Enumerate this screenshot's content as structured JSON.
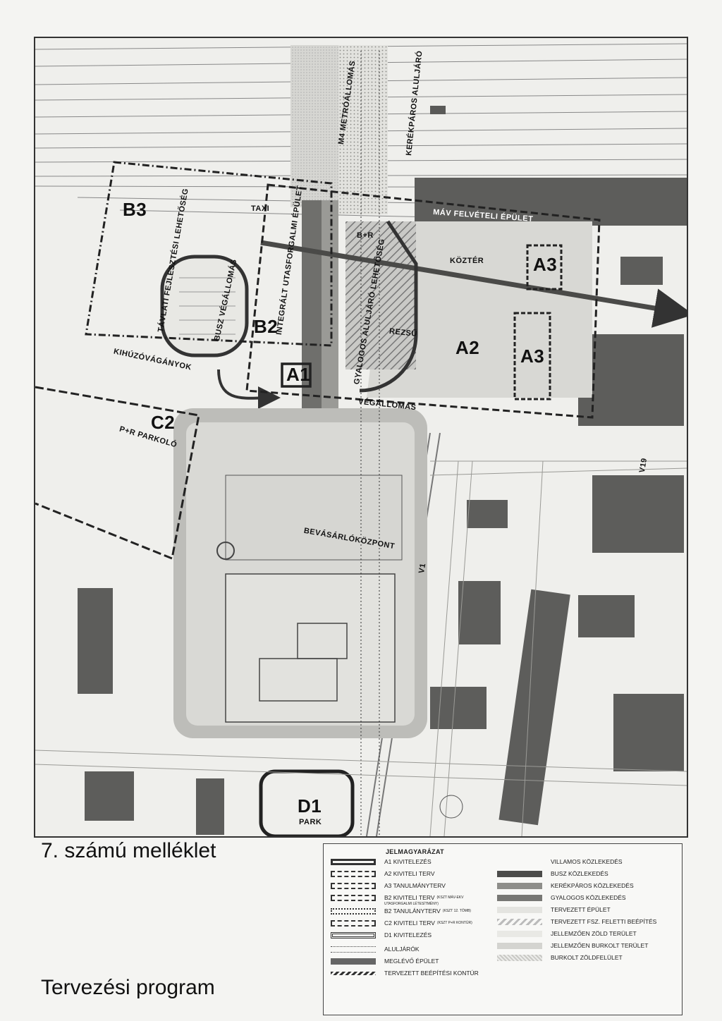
{
  "page": {
    "annex_title": "7. számú melléklet",
    "program_title": "Tervezési program"
  },
  "map": {
    "labels": {
      "metro": "M4 METRÓÁLLOMÁS",
      "bike_underpass": "KERÉKPÁROS ALULJÁRÓ",
      "mav_building": "MÁV FELVÉTELI ÉPÜLET",
      "taxi": "TAXI",
      "br": "B+R",
      "kozter": "KÖZTÉR",
      "bus_terminus": "BUSZ VÉGÁLLOMÁS",
      "future_dev": "TÁVLATI FEJLESZTÉSI LEHETŐSÉG",
      "integrated_building": "INTEGRÁLT UTASFORGALMI ÉPÜLET",
      "pedestrian_underpass": "GYALOGOS ALULJÁRÓ LEHETŐSÉG",
      "tram_track": "REZSŰ",
      "sidings": "KIHÚZÓVÁGÁNYOK",
      "terminus": "VÉGÁLLOMÁS",
      "pr_parking": "P+R PARKOLÓ",
      "mall": "BEVÁSÁRLÓKÖZPONT",
      "park": "PARK",
      "v1": "V1",
      "v19": "V19"
    },
    "zones": {
      "a1": "A1",
      "a2": "A2",
      "a3_top": "A3",
      "a3_bottom": "A3",
      "b2": "B2",
      "b3": "B3",
      "c2": "C2",
      "d1": "D1"
    }
  },
  "legend": {
    "title": "JELMAGYARÁZAT",
    "left_items": [
      {
        "label": "A1 KIVITELEZÉS",
        "sub": ""
      },
      {
        "label": "A2 KIVITELI TERV",
        "sub": ""
      },
      {
        "label": "A3 TANULMÁNYTERV",
        "sub": ""
      },
      {
        "label": "B2 KIVITELI TERV",
        "sub": "(KSZT MÁV-EKV"
      },
      {
        "label": "B2 TANULÁNYTERV",
        "sub": "(KSZT 12. TÖMB)"
      },
      {
        "label": "C2 KIVITELI TERV",
        "sub": "(KSZT P+R KONTÚR)"
      },
      {
        "label": "D1 KIVITELEZÉS",
        "sub": ""
      },
      {
        "label": "ALULJÁRÓK",
        "sub": ""
      },
      {
        "label": "MEGLÉVŐ ÉPÜLET",
        "sub": ""
      },
      {
        "label": "TERVEZETT BEÉPÍTÉSI KONTÚR",
        "sub": ""
      }
    ],
    "b2_note": "UTASFORGALMI LÉTESÍTMÉNY)",
    "right_items": [
      {
        "label": "VILLAMOS KÖZLEKEDÉS"
      },
      {
        "label": "BUSZ KÖZLEKEDÉS"
      },
      {
        "label": "KERÉKPÁROS KÖZLEKEDÉS"
      },
      {
        "label": "GYALOGOS KÖZLEKEDÉS"
      },
      {
        "label": "TERVEZETT ÉPÜLET"
      },
      {
        "label": "TERVEZETT FSZ. FELETTI BEÉPÍTÉS"
      },
      {
        "label": "JELLEMZŐEN ZÖLD TERÜLET"
      },
      {
        "label": "JELLEMZŐEN BURKOLT TERÜLET"
      },
      {
        "label": "BURKOLT ZÖLDFELÜLET"
      }
    ]
  }
}
